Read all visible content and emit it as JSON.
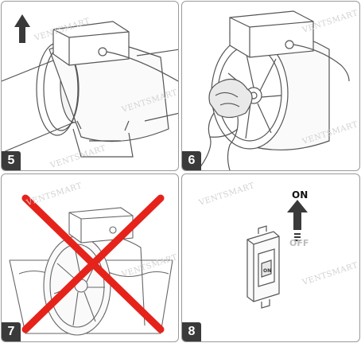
{
  "panels": [
    {
      "id": "5",
      "number": "5"
    },
    {
      "id": "6",
      "number": "6"
    },
    {
      "id": "7",
      "number": "7"
    },
    {
      "id": "8",
      "number": "8"
    }
  ],
  "switch": {
    "on_label": "ON",
    "off_label": "OFF",
    "switch_text": "ON"
  },
  "watermark": "VENTSMART",
  "colors": {
    "cross": "#e5231b",
    "arrow": "#3a3a3a",
    "badge": "#3a3a3a",
    "outline": "#555555"
  }
}
